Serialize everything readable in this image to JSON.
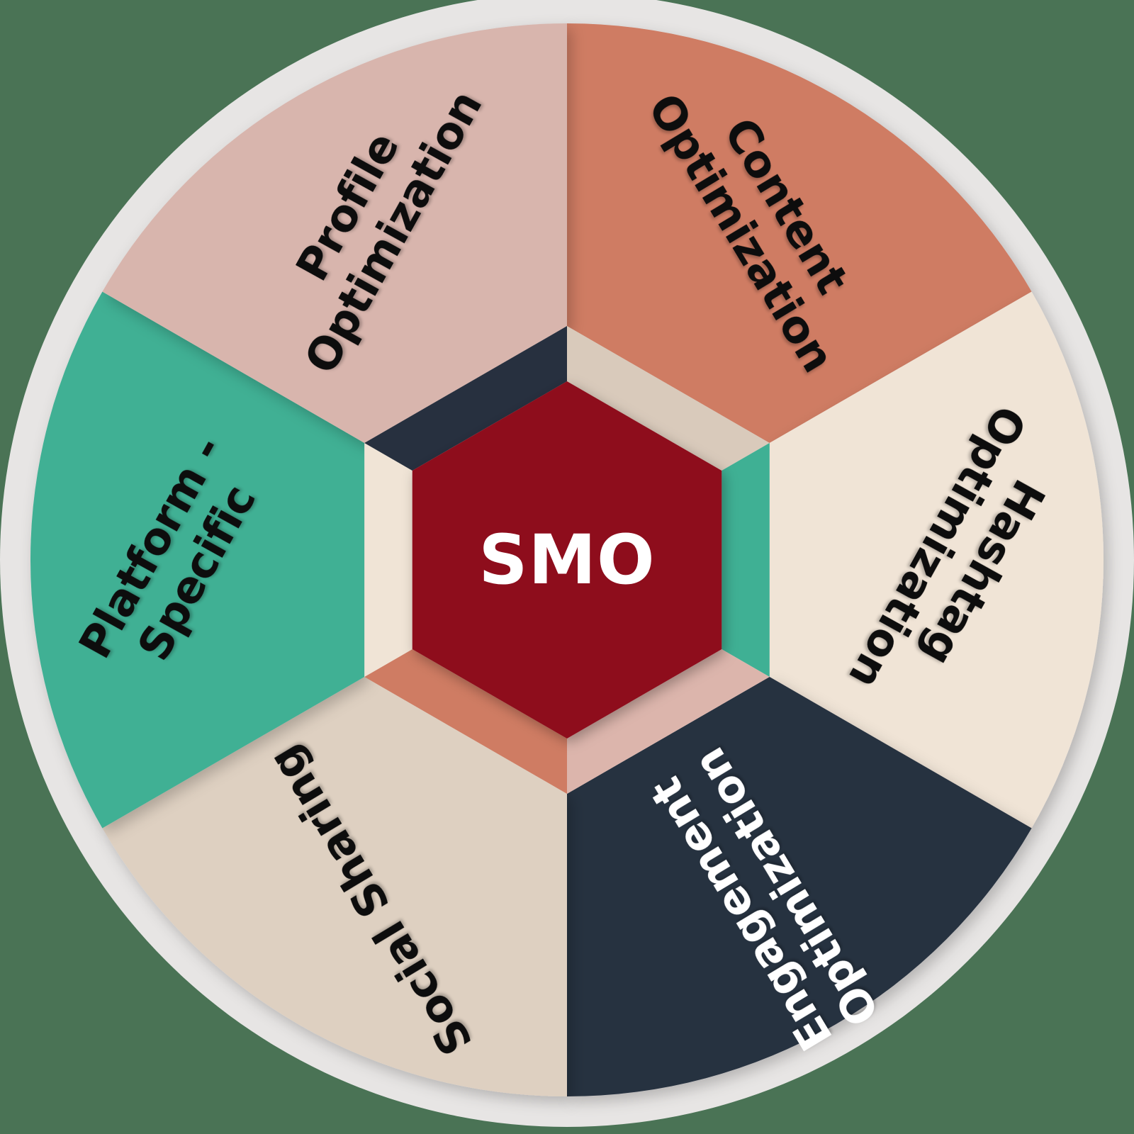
{
  "diagram": {
    "type": "hexagon-wheel",
    "title": "SMO",
    "center": {
      "label": "SMO",
      "fill": "#8e0d1b",
      "text_color": "#ffffff"
    },
    "background_color": "#4a7355",
    "ring_color": "#e7e5e4",
    "segments": [
      {
        "id": "content-optimization",
        "label_lines": [
          "Content",
          "Optimization"
        ],
        "label_text": "Content Optimization",
        "fill": "#cf7c63",
        "text_color": "#111111",
        "wall_fill": "#d9cabb",
        "start_angle": -90,
        "end_angle": -30,
        "rotation": 59
      },
      {
        "id": "hashtag-optimization",
        "label_lines": [
          "Hashtag",
          "Optimization"
        ],
        "label_text": "Hashtag Optimization",
        "fill": "#f0e4d6",
        "text_color": "#111111",
        "wall_fill": "#3fb094",
        "start_angle": -30,
        "end_angle": 30,
        "rotation": 119
      },
      {
        "id": "engagement-optimization",
        "label_lines": [
          "Engagement",
          "Optimization"
        ],
        "label_text": "Engagement Optimization",
        "fill": "#27303f",
        "text_color": "#ffffff",
        "wall_fill": "#dcb5ac",
        "start_angle": 30,
        "end_angle": 90,
        "rotation": 239
      },
      {
        "id": "social-sharing",
        "label_lines": [
          "Social Sharing"
        ],
        "label_text": "Social Sharing",
        "fill": "#ded0c1",
        "text_color": "#111111",
        "wall_fill": "#cf7c63",
        "start_angle": 90,
        "end_angle": 150,
        "rotation": 239
      },
      {
        "id": "platform-specific",
        "label_lines": [
          "Platform -",
          "Specific"
        ],
        "label_text": "Platform - Specific",
        "fill": "#3fb094",
        "text_color": "#111111",
        "wall_fill": "#f0e4d6",
        "start_angle": 150,
        "end_angle": 210,
        "rotation": 299
      },
      {
        "id": "profile-optimization",
        "label_lines": [
          "Profile",
          "Optimization"
        ],
        "label_text": "Profile Optimization",
        "fill": "#d8b5ad",
        "text_color": "#111111",
        "wall_fill": "#27303f",
        "start_angle": 210,
        "end_angle": 270,
        "rotation": 299
      }
    ]
  }
}
